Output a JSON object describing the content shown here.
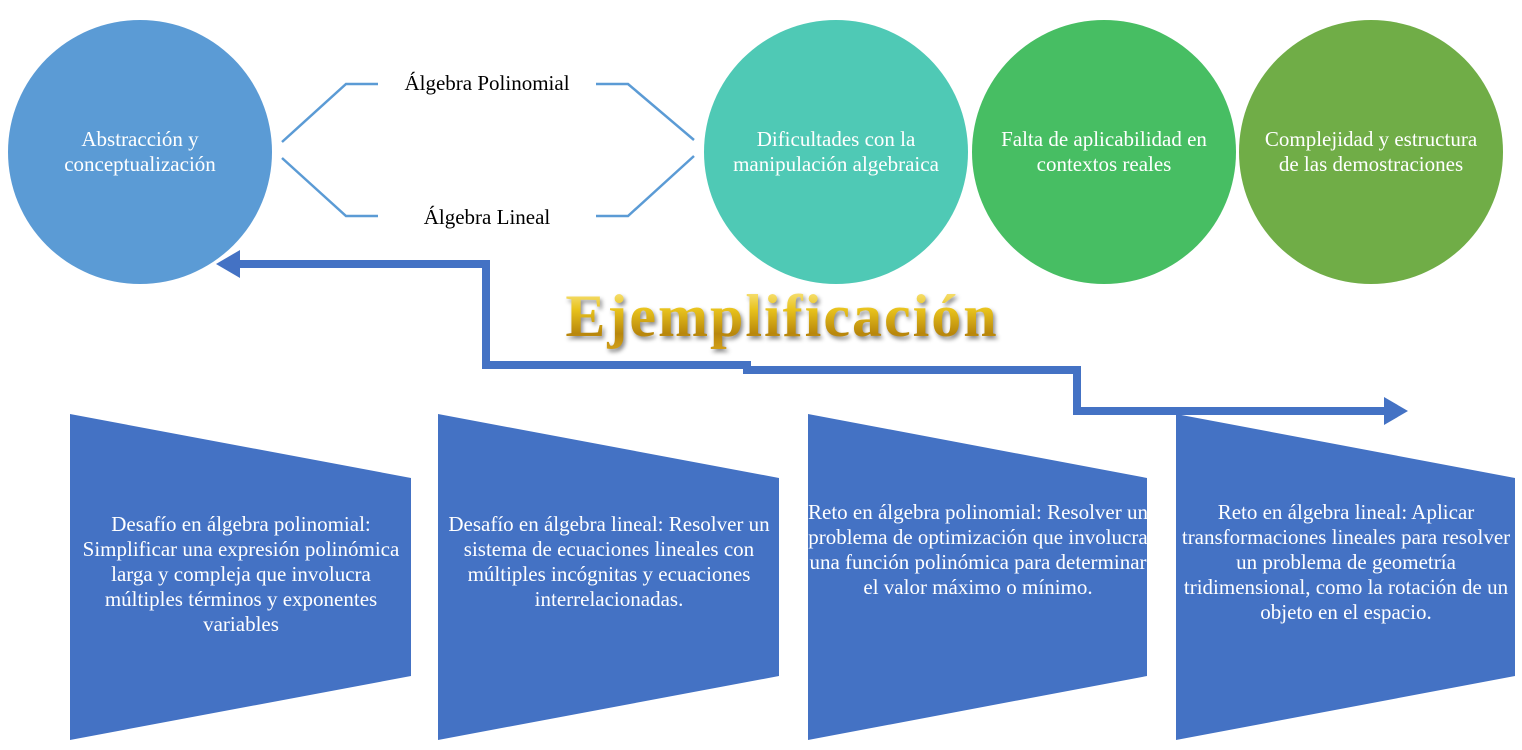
{
  "circles": {
    "abstraccion": {
      "text": "Abstracción y conceptualización",
      "color": "#5B9BD5"
    },
    "dificultades": {
      "text": "Dificultades con la manipulación algebraica",
      "color": "#4FC9B5"
    },
    "falta": {
      "text": "Falta de aplicabilidad en contextos reales",
      "color": "#47BE63"
    },
    "complejidad": {
      "text": "Complejidad y estructura de las demostraciones",
      "color": "#70AD47"
    }
  },
  "branches": {
    "polinomial": "Álgebra Polinomial",
    "lineal": "Álgebra Lineal",
    "line_color": "#5B9BD5"
  },
  "title": "Ejemplificación",
  "arrow_color": "#4472C4",
  "cards": {
    "color": "#4472C4",
    "c1": "Desafío en álgebra polinomial: Simplificar una expresión polinómica larga y compleja que involucra múltiples términos y exponentes variables",
    "c2": "Desafío en álgebra lineal: Resolver un sistema de ecuaciones lineales con múltiples incógnitas y ecuaciones interrelacionadas.",
    "c3": "Reto en álgebra polinomial: Resolver un problema de optimización que involucra una función polinómica para determinar el valor máximo o mínimo.",
    "c4": "Reto en álgebra lineal: Aplicar transformaciones lineales para resolver un problema de geometría tridimensional, como la rotación de un objeto en el espacio."
  }
}
